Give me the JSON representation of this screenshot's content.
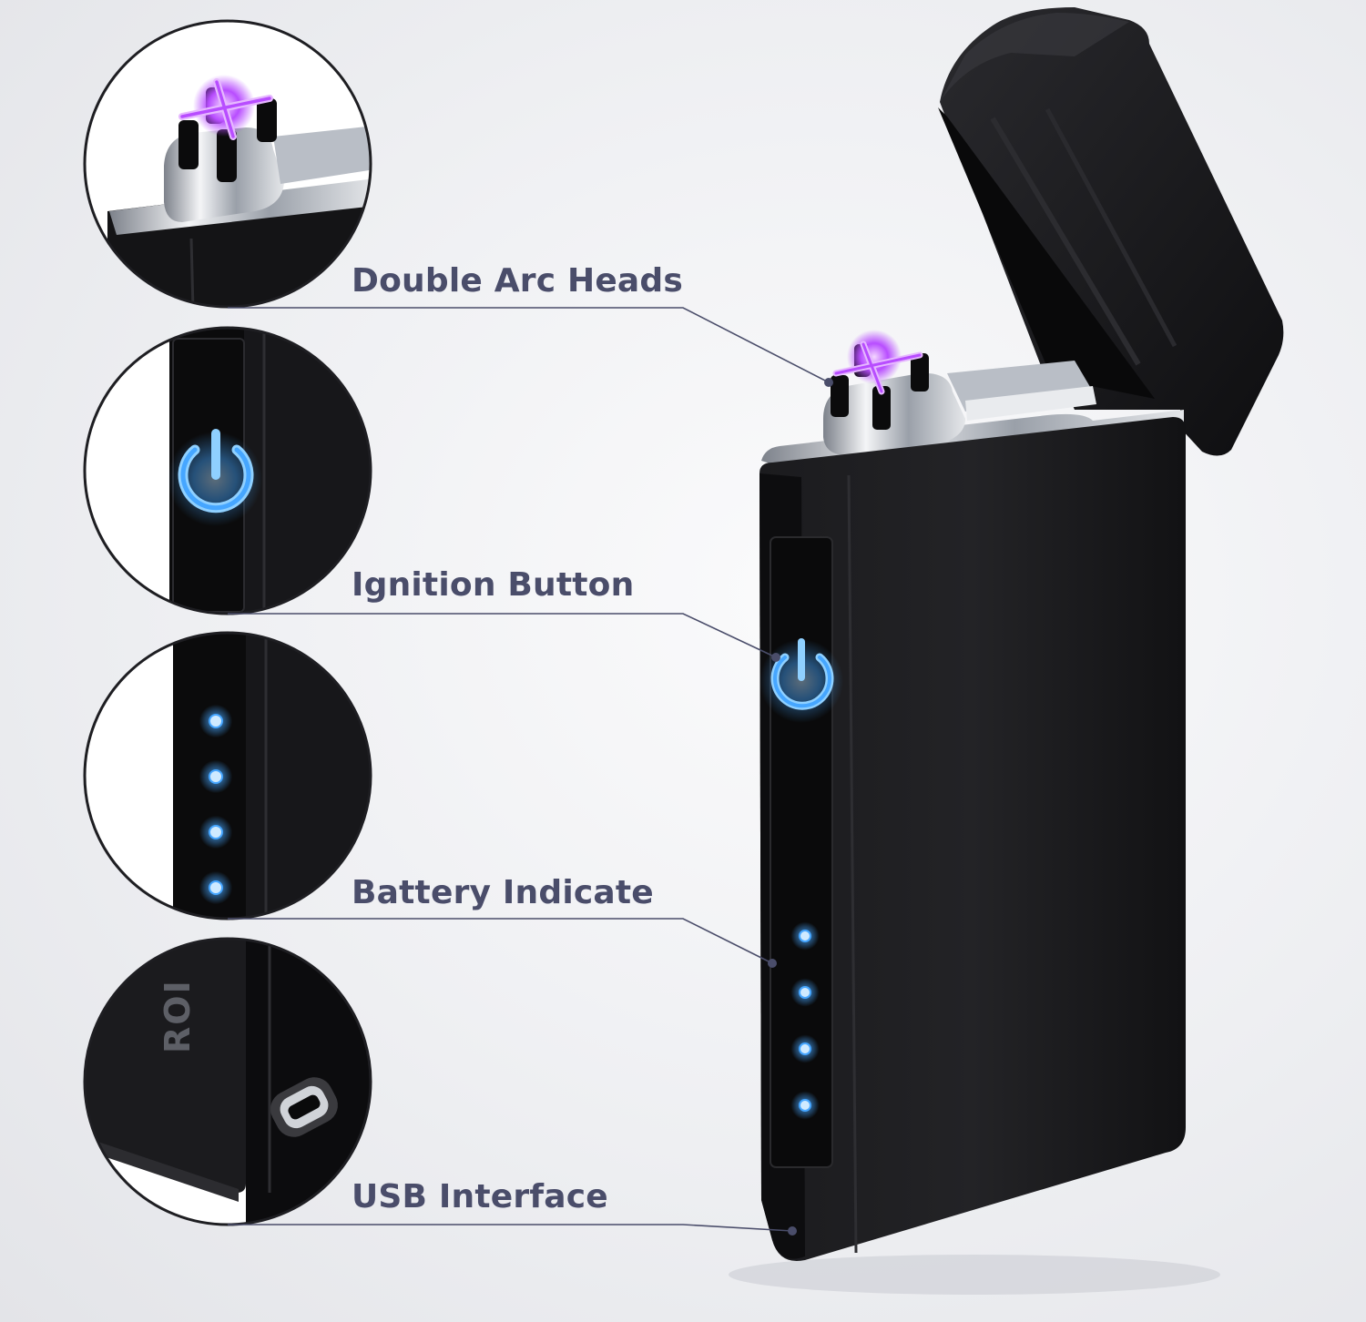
{
  "callouts": [
    {
      "id": "arc-heads",
      "label": "Double Arc Heads"
    },
    {
      "id": "ignition",
      "label": "Ignition Button"
    },
    {
      "id": "battery",
      "label": "Battery Indicate"
    },
    {
      "id": "usb",
      "label": "USB Interface"
    }
  ],
  "brand_fragment": "ROI",
  "battery_level": {
    "lit": 4,
    "total": 4
  },
  "colors": {
    "label": "#4a4d6a",
    "leader_line": "#4a4d6a",
    "body": "#141416",
    "led_blue": "#46a6ff",
    "arc_purple": "#b84dff",
    "chrome": "#c9cdd4"
  }
}
